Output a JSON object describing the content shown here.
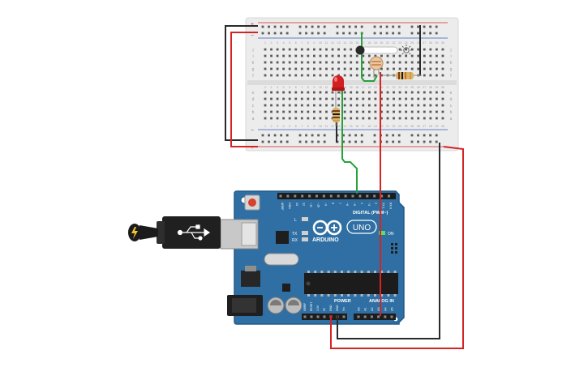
{
  "board": {
    "brand": "ARDUINO",
    "model": "UNO",
    "on_label": "ON",
    "digital_label": "DIGITAL (PWM~)",
    "power_label": "POWER",
    "analog_label": "ANALOG IN",
    "led_labels": [
      "L",
      "TX",
      "RX"
    ],
    "top_header_labels": [
      "AREF",
      "GND",
      "13",
      "12",
      "~11",
      "~10",
      "~9",
      "8",
      "7",
      "~6",
      "~5",
      "4",
      "~3",
      "2",
      "TX 1",
      "RX 0"
    ],
    "power_pin_labels": [
      "IOREF",
      "RESET",
      "3.3V",
      "5V",
      "GND",
      "GND",
      "Vin"
    ],
    "analog_pin_labels": [
      "A0",
      "A1",
      "A2",
      "A3",
      "A4",
      "A5"
    ]
  },
  "breadboard": {
    "row_letters_top": [
      "j",
      "i",
      "h",
      "g",
      "f"
    ],
    "row_letters_bottom": [
      "e",
      "d",
      "c",
      "b",
      "a"
    ],
    "column_numbers": [
      "1",
      "2",
      "3",
      "4",
      "5",
      "6",
      "7",
      "8",
      "9",
      "10",
      "11",
      "12",
      "13",
      "14",
      "15",
      "16",
      "17",
      "18",
      "19",
      "20",
      "21",
      "22",
      "23",
      "24",
      "25",
      "26",
      "27",
      "28",
      "29",
      "30"
    ]
  },
  "colors": {
    "board_blue": "#2f6fa3",
    "board_edge": "#245a86",
    "breadboard": "#ececec",
    "wire_red": "#d42424",
    "wire_black": "#2a2a2a",
    "wire_green": "#27a13a",
    "led_red": "#d21f1f"
  }
}
